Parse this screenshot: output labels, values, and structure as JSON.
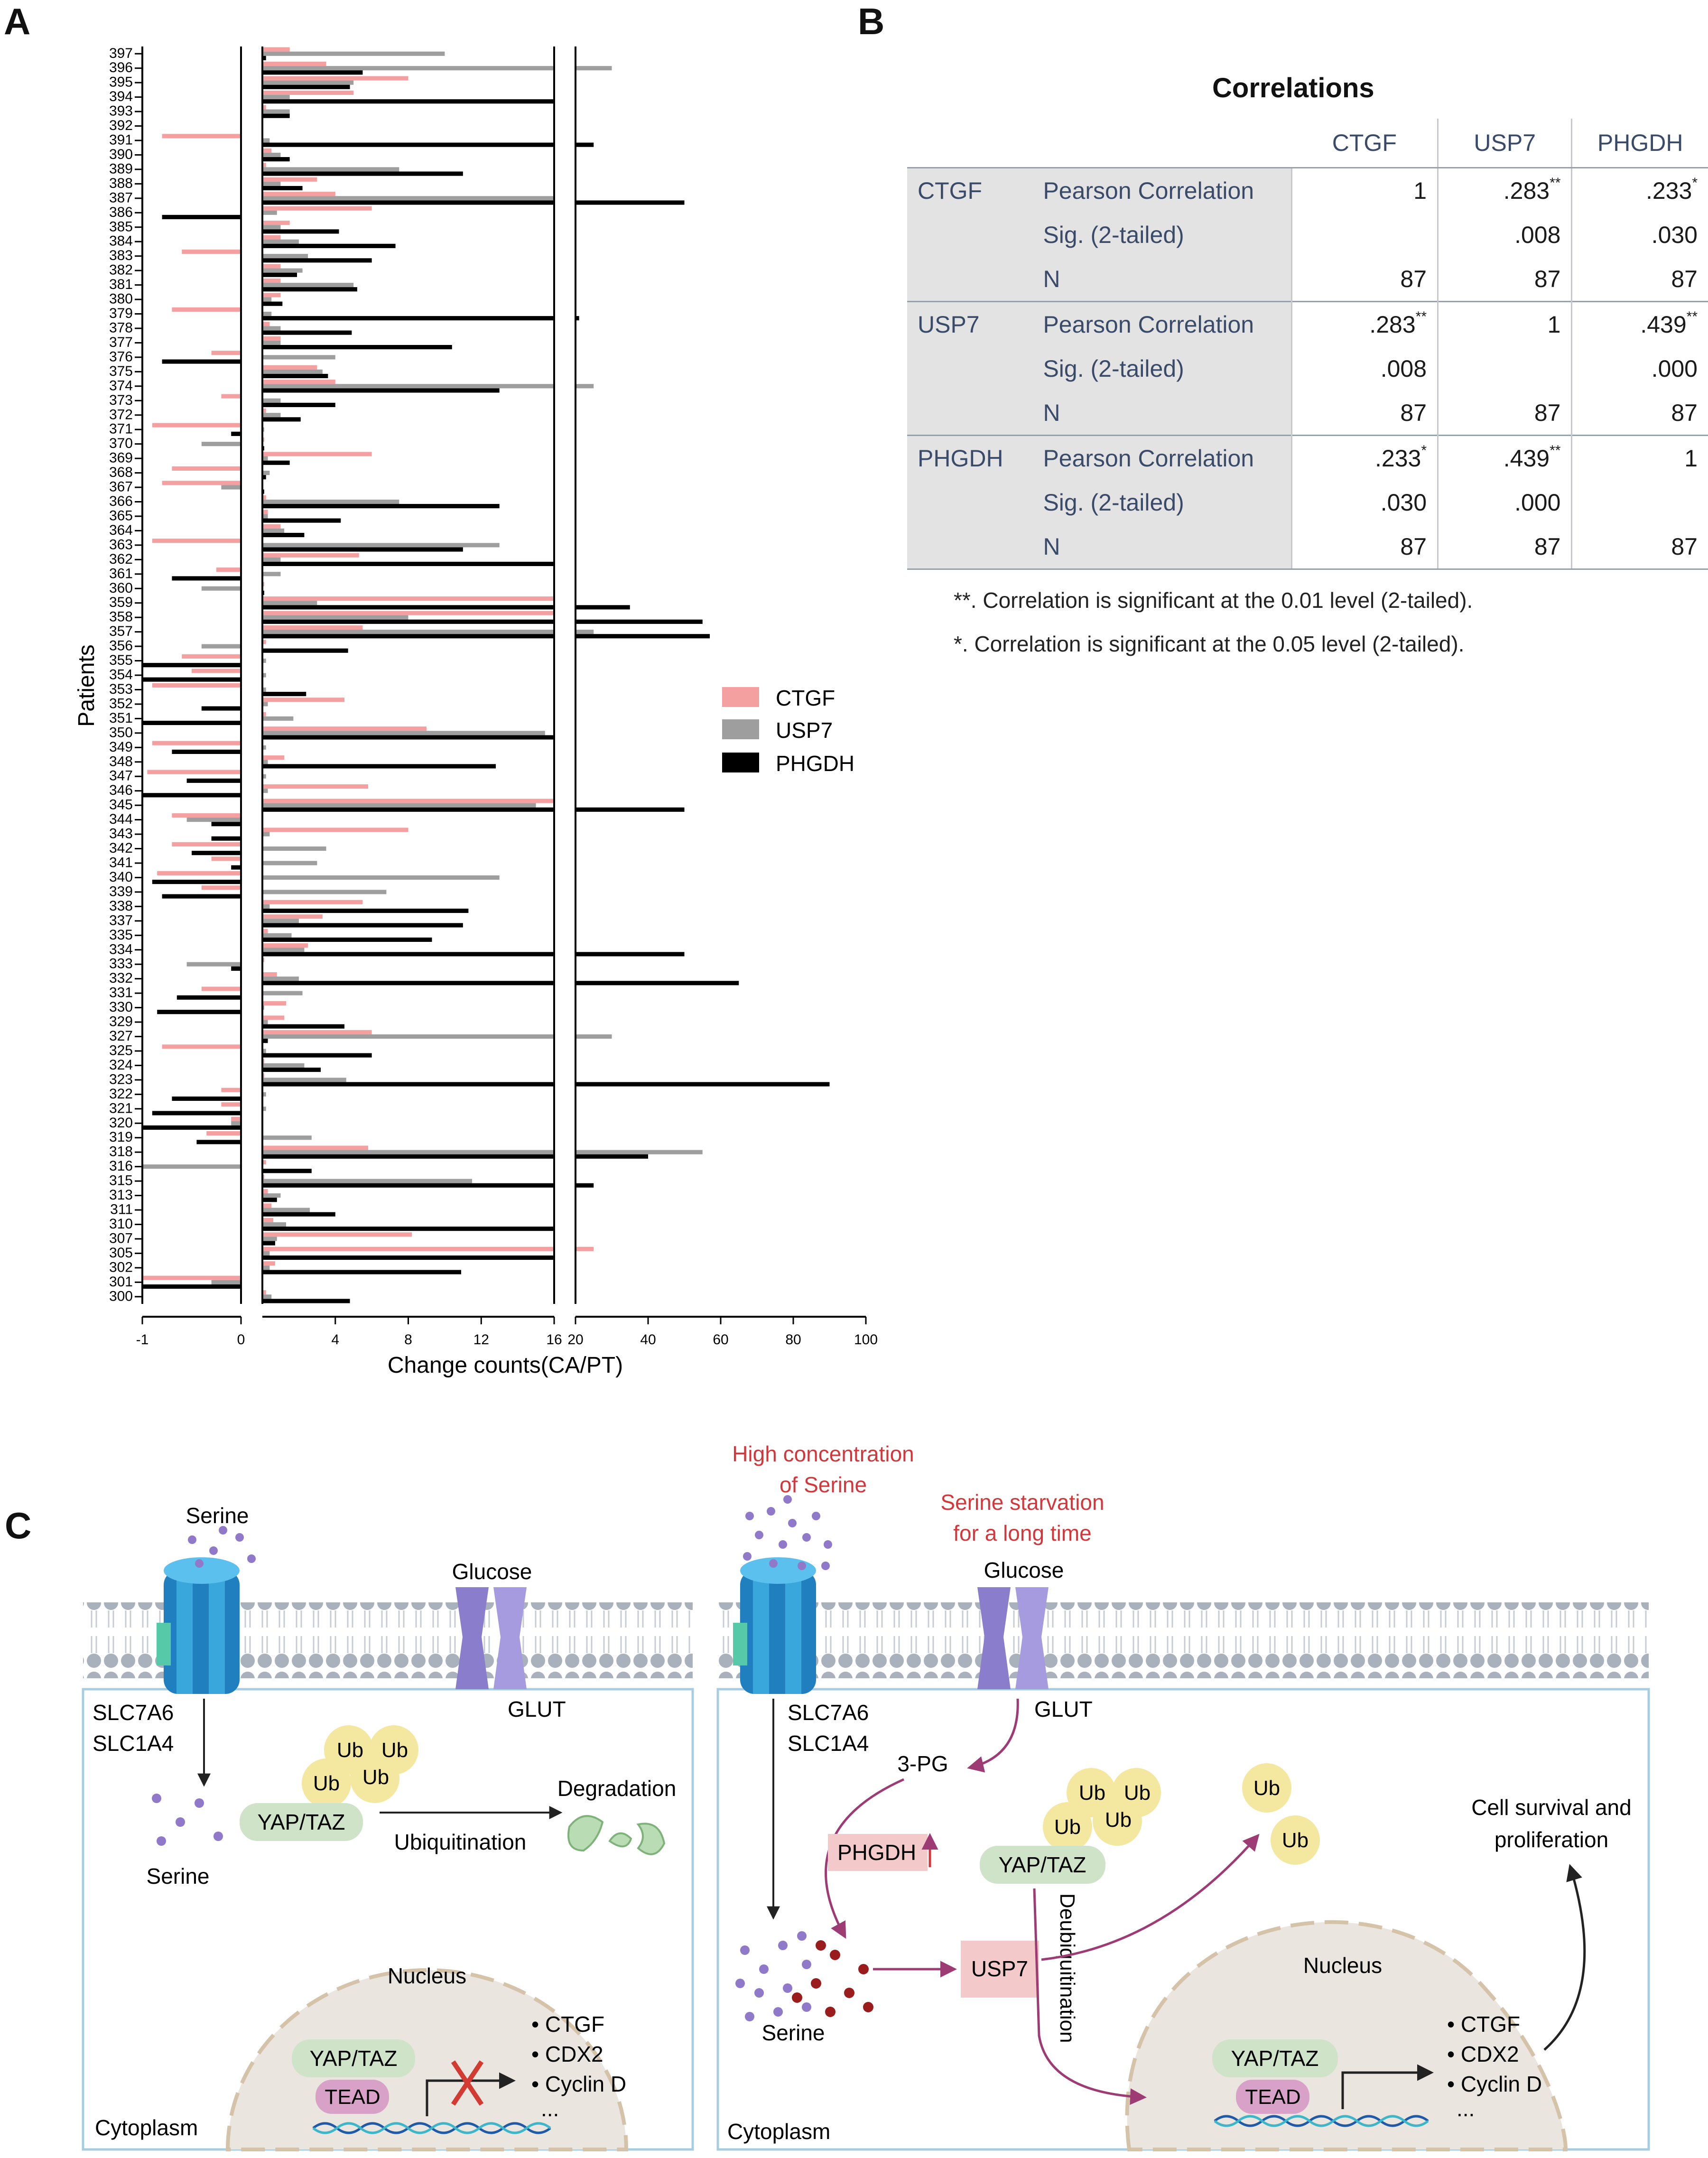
{
  "panels": {
    "a": "A",
    "b": "B",
    "c": "C"
  },
  "chart_data": {
    "type": "bar",
    "orientation": "horizontal",
    "xlabel": "Change counts(CA/PT)",
    "ylabel": "Patients",
    "x_axis": {
      "broken": true,
      "segment1_range": [
        -1,
        16
      ],
      "segment1_ticks": [
        "-1",
        "0",
        "4",
        "8",
        "12",
        "16"
      ],
      "segment2_range": [
        20,
        100
      ],
      "segment2_ticks": [
        "20",
        "40",
        "60",
        "80",
        "100"
      ]
    },
    "legend": {
      "position": "right",
      "entries": [
        "CTGF",
        "USP7",
        "PHGDH"
      ]
    },
    "colors": {
      "CTGF": "#f4a0a0",
      "USP7": "#9e9e9e",
      "PHGDH": "#000000"
    },
    "categories": [
      "397",
      "396",
      "395",
      "394",
      "393",
      "392",
      "391",
      "390",
      "389",
      "388",
      "387",
      "386",
      "385",
      "384",
      "383",
      "382",
      "381",
      "380",
      "379",
      "378",
      "377",
      "376",
      "375",
      "374",
      "373",
      "372",
      "371",
      "370",
      "369",
      "368",
      "367",
      "366",
      "365",
      "364",
      "363",
      "362",
      "361",
      "360",
      "359",
      "358",
      "357",
      "356",
      "355",
      "354",
      "353",
      "352",
      "351",
      "350",
      "349",
      "348",
      "347",
      "346",
      "345",
      "344",
      "343",
      "342",
      "341",
      "340",
      "339",
      "338",
      "337",
      "335",
      "334",
      "333",
      "332",
      "331",
      "330",
      "329",
      "327",
      "325",
      "324",
      "323",
      "322",
      "321",
      "320",
      "319",
      "318",
      "316",
      "315",
      "313",
      "311",
      "310",
      "307",
      "305",
      "302",
      "301",
      "300"
    ],
    "series": [
      {
        "name": "CTGF",
        "values": [
          1.5,
          3.5,
          8,
          5,
          0.2,
          0,
          -0.8,
          0.5,
          0.2,
          3,
          4,
          6,
          1.5,
          1,
          -0.6,
          1,
          1,
          1,
          -0.7,
          0.4,
          1,
          -0.3,
          3,
          4,
          -0.2,
          0.2,
          -0.9,
          0.1,
          6,
          -0.7,
          -0.8,
          0.2,
          0.3,
          1,
          -0.9,
          5.3,
          -0.25,
          0.1,
          16,
          16,
          5.5,
          0.2,
          -0.6,
          -0.5,
          -0.9,
          4.5,
          0.2,
          9,
          -0.9,
          1.2,
          -0.95,
          5.8,
          16,
          -0.7,
          8,
          -0.7,
          -0.3,
          -0.85,
          -0.4,
          5.5,
          3.3,
          0.3,
          2.5,
          0.1,
          0.8,
          -0.4,
          1.3,
          1.2,
          6,
          -0.8,
          0.1,
          0.1,
          -0.2,
          -0.2,
          -0.1,
          -0.35,
          5.8,
          0.2,
          0.1,
          0.3,
          0.5,
          0.6,
          8.2,
          25,
          0.7,
          -1,
          0.2
        ]
      },
      {
        "name": "USP7",
        "values": [
          10,
          30,
          5,
          1.5,
          1.5,
          0,
          0.4,
          1,
          7.5,
          1,
          20,
          0.8,
          1,
          2,
          2.5,
          2.2,
          5,
          0.5,
          0.5,
          1,
          1,
          4,
          3.3,
          25,
          1,
          1,
          0.1,
          -0.4,
          0.3,
          0.4,
          -0.2,
          7.5,
          0.3,
          1.2,
          13,
          1,
          1,
          -0.4,
          3,
          8,
          25,
          -0.4,
          0.2,
          0.2,
          0.2,
          0.3,
          1.7,
          15.5,
          0.2,
          0.3,
          0.2,
          0.3,
          15,
          -0.55,
          0.4,
          3.5,
          3,
          13,
          6.8,
          0.4,
          2,
          1.6,
          2.3,
          -0.55,
          2,
          2.2,
          0.1,
          0.3,
          30,
          0.2,
          2.3,
          4.6,
          0.2,
          0.2,
          -0.1,
          2.7,
          55,
          -1,
          11.5,
          1,
          2.6,
          1.3,
          0.8,
          0.4,
          0.4,
          -0.3,
          0.5
        ]
      },
      {
        "name": "PHGDH",
        "values": [
          0.2,
          5.5,
          4.8,
          20,
          1.5,
          0,
          25,
          1.5,
          11,
          2.2,
          50,
          -0.8,
          4.2,
          7.3,
          6,
          1.9,
          5.2,
          1.1,
          21,
          4.9,
          10.4,
          -0.8,
          3.6,
          13,
          4,
          2.1,
          -0.1,
          0.1,
          1.5,
          0.2,
          0.1,
          13,
          4.3,
          2.3,
          11,
          20,
          -0.7,
          0.1,
          35,
          55,
          57,
          4.7,
          -1,
          -1,
          2.4,
          -0.4,
          -1,
          20,
          -0.7,
          12.8,
          -0.55,
          -1,
          50,
          -0.3,
          -0.3,
          -0.5,
          -0.1,
          -0.9,
          -0.8,
          11.3,
          11,
          9.3,
          50,
          -0.1,
          65,
          -0.65,
          -0.85,
          4.5,
          0.3,
          6,
          3.2,
          90,
          -0.7,
          -0.9,
          -1,
          -0.45,
          40,
          2.7,
          25,
          0.8,
          4,
          20,
          0.7,
          16,
          10.9,
          -1,
          4.8
        ]
      }
    ]
  },
  "table": {
    "title": "Correlations",
    "columns": [
      "CTGF",
      "USP7",
      "PHGDH"
    ],
    "row_labels": [
      "Pearson Correlation",
      "Sig. (2-tailed)",
      "N"
    ],
    "groups": [
      {
        "name": "CTGF",
        "r": [
          "1",
          ".283",
          ".233"
        ],
        "r_sup": [
          "",
          "**",
          "*"
        ],
        "sig": [
          "",
          ".008",
          ".030"
        ],
        "n": [
          "87",
          "87",
          "87"
        ]
      },
      {
        "name": "USP7",
        "r": [
          ".283",
          "1",
          ".439"
        ],
        "r_sup": [
          "**",
          "",
          "**"
        ],
        "sig": [
          ".008",
          "",
          ".000"
        ],
        "n": [
          "87",
          "87",
          "87"
        ]
      },
      {
        "name": "PHGDH",
        "r": [
          ".233",
          ".439",
          "1"
        ],
        "r_sup": [
          "*",
          "**",
          ""
        ],
        "sig": [
          ".030",
          ".000",
          ""
        ],
        "n": [
          "87",
          "87",
          "87"
        ]
      }
    ],
    "footnote1": "**. Correlation is significant at the 0.01 level (2-tailed).",
    "footnote2": "*. Correlation is significant at the 0.05 level (2-tailed)."
  },
  "diagram": {
    "left": {
      "serine_top": "Serine",
      "glucose": "Glucose",
      "transporter": [
        "SLC7A6",
        "SLC1A4"
      ],
      "glut": "GLUT",
      "serine_bottom": "Serine",
      "ub": "Ub",
      "yap": "YAP/TAZ",
      "ubiquitination": "Ubiquitination",
      "degradation": "Degradation",
      "nucleus": "Nucleus",
      "tead": "TEAD",
      "targets": [
        "• CTGF",
        "• CDX2",
        "• Cyclin D",
        "..."
      ],
      "cytoplasm": "Cytoplasm"
    },
    "right": {
      "high_serine": [
        "High concentration",
        "of Serine"
      ],
      "starvation": [
        "Serine starvation",
        "for a long time"
      ],
      "glucose": "Glucose",
      "transporter": [
        "SLC7A6",
        "SLC1A4"
      ],
      "glut": "GLUT",
      "pg": "3-PG",
      "phgdh": "PHGDH",
      "ub": "Ub",
      "yap": "YAP/TAZ",
      "deubiquitination": "Deubiquitination",
      "usp7": "USP7",
      "serine": "Serine",
      "survival": [
        "Cell survival and",
        "proliferation"
      ],
      "nucleus": "Nucleus",
      "tead": "TEAD",
      "targets": [
        "• CTGF",
        "• CDX2",
        "• Cyclin D",
        "..."
      ],
      "cytoplasm": "Cytoplasm"
    },
    "colors": {
      "red_text": "#d2373c",
      "arrow": "#9c3b74",
      "ub": "#f4e7a0",
      "yap": "#cfe3c8",
      "tead": "#d8a2c8",
      "membrane": "#a8b1bc",
      "cell": "#a9cde0",
      "nucleus": "#e3dbd3"
    }
  }
}
